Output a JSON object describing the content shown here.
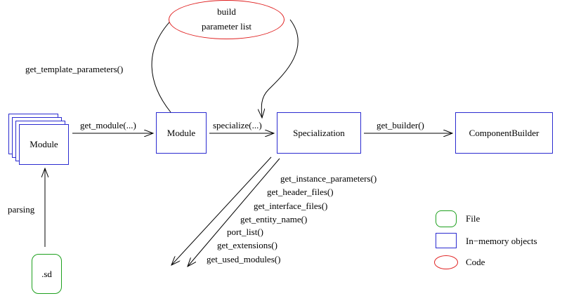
{
  "nodes": {
    "module_stack": "Module",
    "module": "Module",
    "specialization": "Specialization",
    "component_builder": "ComponentBuilder",
    "sd_file": ".sd",
    "build_params_line1": "build",
    "build_params_line2": "parameter list"
  },
  "edges": {
    "get_module": "get_module(...)",
    "specialize": "specialize(...)",
    "get_builder": "get_builder()",
    "get_template_parameters": "get_template_parameters()",
    "parsing": "parsing"
  },
  "methods": [
    "get_instance_parameters()",
    "get_header_files()",
    "get_interface_files()",
    "get_entity_name()",
    "port_list()",
    "get_extensions()",
    "get_used_modules()"
  ],
  "legend": {
    "file": "File",
    "in_memory": "In−memory objects",
    "code": "Code"
  },
  "colors": {
    "file": "#1ea01e",
    "object": "#2b2bd0",
    "code": "#e02020"
  }
}
